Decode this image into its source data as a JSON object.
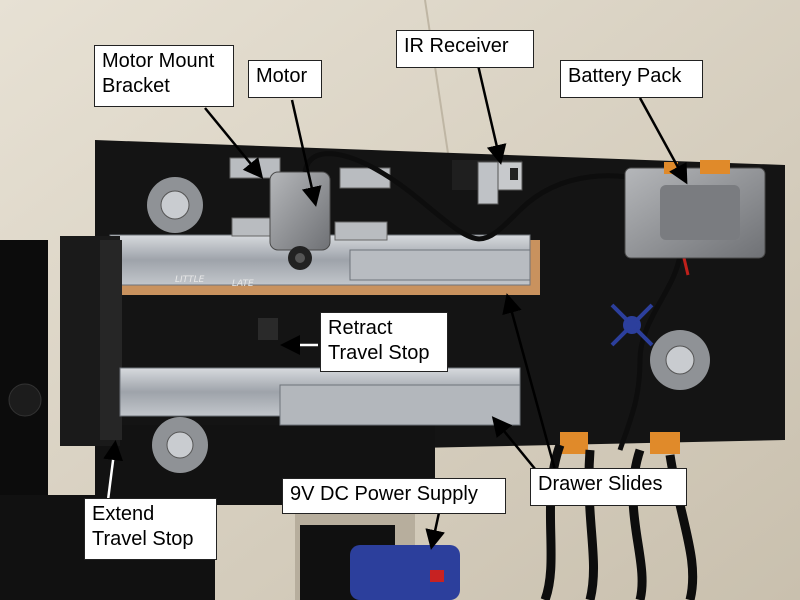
{
  "labels": {
    "motor_mount_bracket": "Motor Mount\nBracket",
    "motor": "Motor",
    "ir_receiver": "IR Receiver",
    "battery_pack": "Battery Pack",
    "retract_travel_stop": "Retract\nTravel Stop",
    "drawer_slides": "Drawer Slides",
    "power_supply": "9V DC Power Supply",
    "extend_travel_stop": "Extend\nTravel Stop"
  },
  "slide_markings": {
    "left": "LITTLE",
    "right": "LATE"
  },
  "colors": {
    "wall": "#d9d2c4",
    "board": "#141414",
    "steel": "#a9adb3",
    "wood": "#c9925e",
    "motor_grey": "#8d8f92",
    "cable": "#0d0d0d",
    "orange": "#e08a2a",
    "blue": "#2c3f9c",
    "arrow": "#000000"
  }
}
